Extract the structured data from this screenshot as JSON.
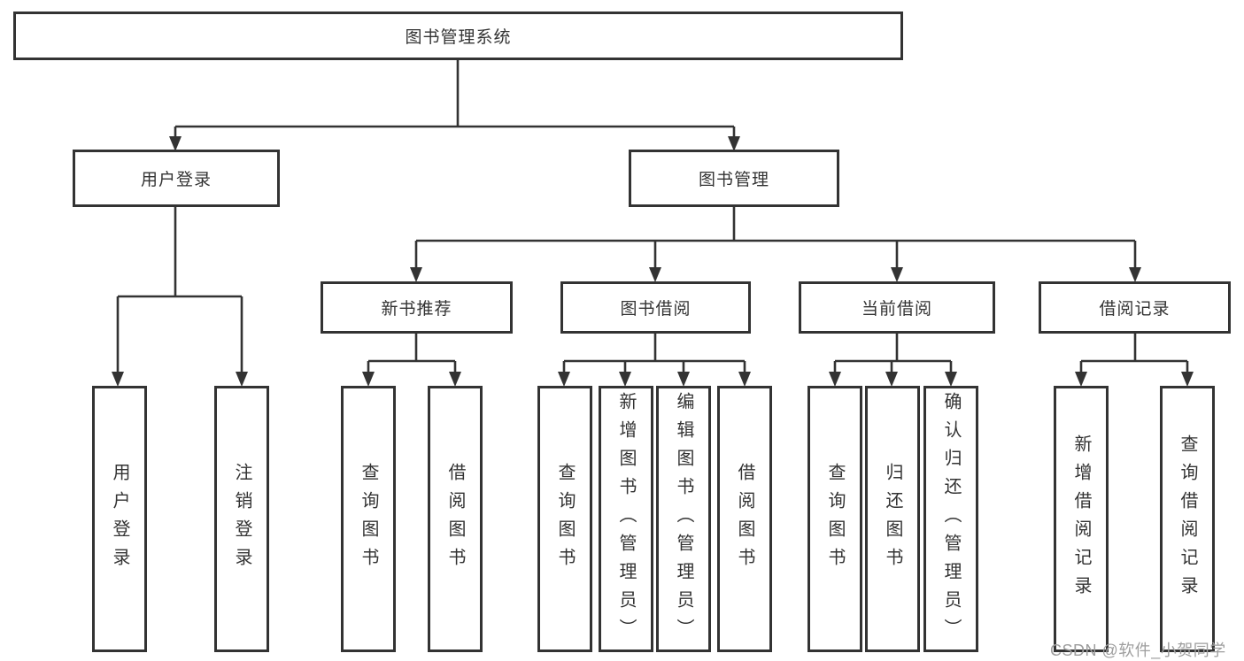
{
  "diagram": {
    "root": {
      "label": "图书管理系统"
    },
    "branches": [
      {
        "label": "用户登录",
        "children": [
          {
            "label": "用户登录"
          },
          {
            "label": "注销登录"
          }
        ]
      },
      {
        "label": "图书管理",
        "children": [
          {
            "label": "新书推荐",
            "children": [
              {
                "label": "查询图书"
              },
              {
                "label": "借阅图书"
              }
            ]
          },
          {
            "label": "图书借阅",
            "children": [
              {
                "label": "查询图书"
              },
              {
                "label": "新增图书（管理员）"
              },
              {
                "label": "编辑图书（管理员）"
              },
              {
                "label": "借阅图书"
              }
            ]
          },
          {
            "label": "当前借阅",
            "children": [
              {
                "label": "查询图书"
              },
              {
                "label": "归还图书"
              },
              {
                "label": "确认归还（管理员）"
              }
            ]
          },
          {
            "label": "借阅记录",
            "children": [
              {
                "label": "新增借阅记录"
              },
              {
                "label": "查询借阅记录"
              }
            ]
          }
        ]
      }
    ]
  },
  "watermark": "CSDN @软件_小贺同学",
  "colors": {
    "line": "#333333",
    "box_background": "#ffffff",
    "watermark": "#9e9e9e"
  }
}
